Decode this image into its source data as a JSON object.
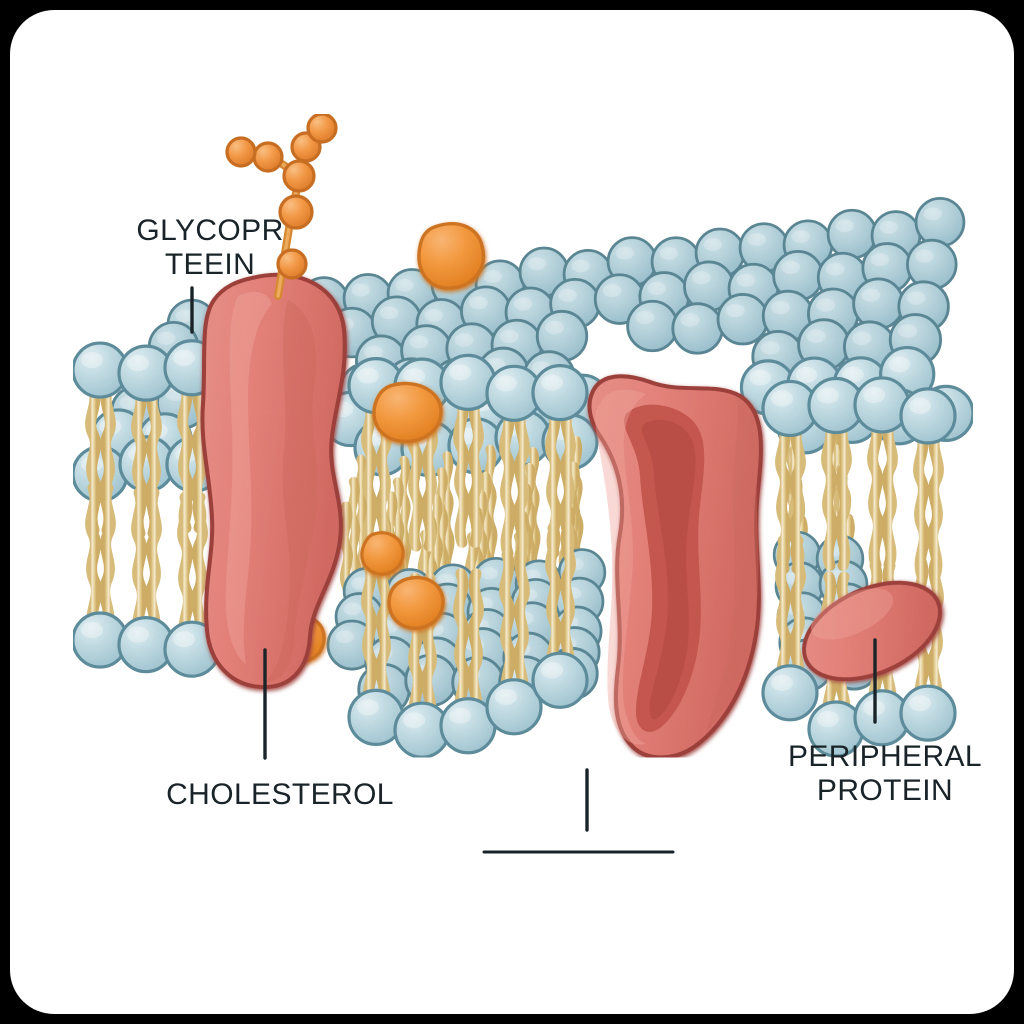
{
  "figure": {
    "subject": "cell-membrane-fluid-mosaic-model",
    "background_color": "#000000",
    "canvas_color": "#ffffff"
  },
  "labels": {
    "glycoprotein": "GLYCOPR\nTEEIN",
    "cholesterol": "CHOLESTEROL",
    "peripheral_protein": "PERIPHERAL\nPROTEIN",
    "unlabeled": "",
    "text_color": "#1a2428"
  },
  "palette": {
    "head_fill": "#b5d2db",
    "head_fill_light": "#d6e8ee",
    "head_outline": "#5e8d9c",
    "tail_fill": "#ecd9a0",
    "tail_light": "#f6ead0",
    "tail_outline": "#c9ab63",
    "protein_fill": "#e5827a",
    "protein_shadow": "#c4564e",
    "protein_outline": "#9e3f3b",
    "sugar_fill": "#f59a47",
    "sugar_outline": "#c96f22",
    "leader_line": "#1a2428"
  },
  "structures": {
    "bilayer": {
      "name": "phospholipid-bilayer",
      "leaflets": [
        "outer-leaflet",
        "inner-leaflet"
      ],
      "head_group": "hydrophilic-phosphate-head",
      "tail_group": "hydrophobic-fatty-acid-tail"
    },
    "integral_proteins": [
      {
        "name": "glycoprotein",
        "position": "left",
        "spans_membrane": true
      },
      {
        "name": "channel-protein",
        "position": "center-right",
        "spans_membrane": true
      }
    ],
    "peripheral_protein": {
      "name": "peripheral-protein",
      "position": "lower-right"
    },
    "carbohydrate_chain": {
      "name": "branched-oligosaccharide",
      "bead_count": 7
    },
    "cholesterol_molecules": {
      "name": "cholesterol",
      "count": 5
    }
  }
}
